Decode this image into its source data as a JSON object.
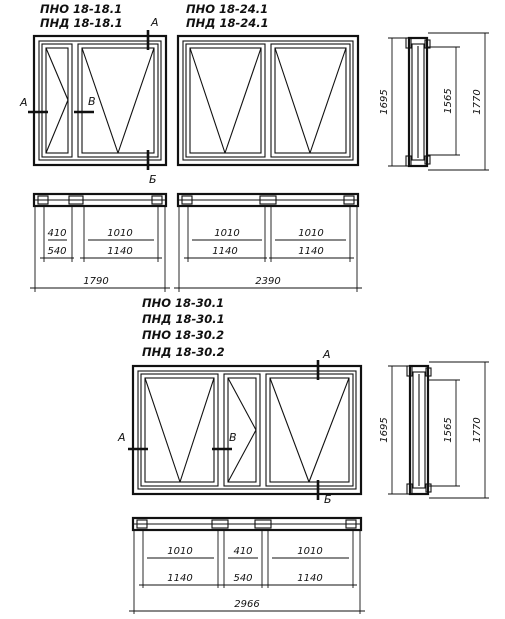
{
  "titles": {
    "top_left": [
      "ПНО 18-18.1",
      "ПНД 18-18.1"
    ],
    "top_right": [
      "ПНО 18-24.1",
      "ПНД 18-24.1"
    ],
    "bottom": [
      "ПНО 18-30.1",
      "ПНД 18-30.1",
      "ПНО 18-30.2",
      "ПНД 18-30.2"
    ]
  },
  "section_marks": {
    "a": "А",
    "b": "Б",
    "v": "В"
  },
  "dims": {
    "w1010": "1010",
    "w1140": "1140",
    "w410": "410",
    "w540": "540",
    "w1790": "1790",
    "w2390": "2390",
    "w2966": "2966",
    "h1695": "1695",
    "h1565": "1565",
    "h1770": "1770"
  }
}
